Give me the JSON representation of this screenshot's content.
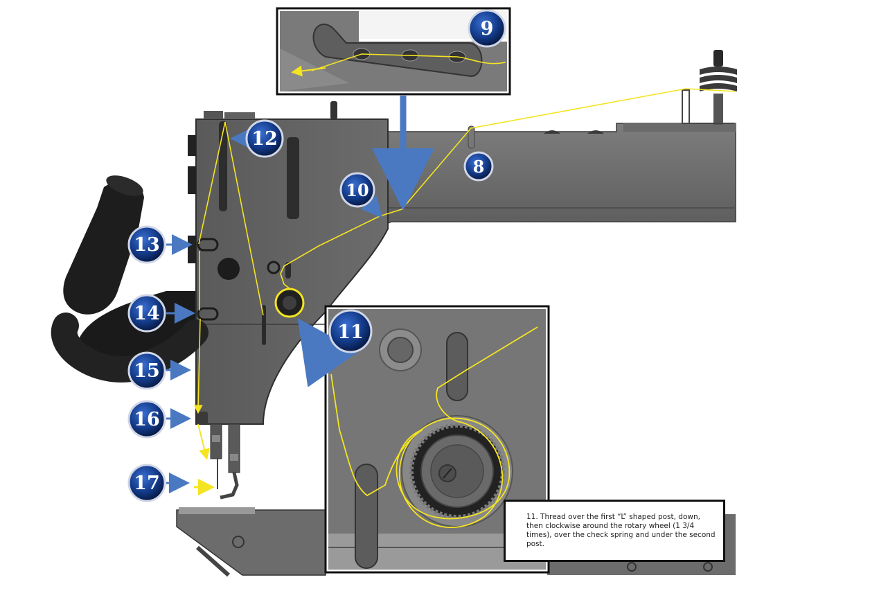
{
  "colors": {
    "machine_dark": "#595959",
    "machine_mid": "#6e6e6e",
    "machine_light": "#8a8a8a",
    "thread": "#f4e421",
    "arrow_blue": "#4a79c2",
    "badge_blue": "#143c8c",
    "handle": "#1a1a1a"
  },
  "steps": [
    {
      "id": "9",
      "label": "9"
    },
    {
      "id": "8",
      "label": "8"
    },
    {
      "id": "10",
      "label": "10"
    },
    {
      "id": "11",
      "label": "11"
    },
    {
      "id": "12",
      "label": "12"
    },
    {
      "id": "13",
      "label": "13"
    },
    {
      "id": "14",
      "label": "14"
    },
    {
      "id": "15",
      "label": "15"
    },
    {
      "id": "16",
      "label": "16"
    },
    {
      "id": "17",
      "label": "17"
    }
  ],
  "callout": {
    "text": "11. Thread over the first “L” shaped post, down, then clockwise around the rotary wheel (1 3/4 times), over the check spring and under the second post."
  }
}
